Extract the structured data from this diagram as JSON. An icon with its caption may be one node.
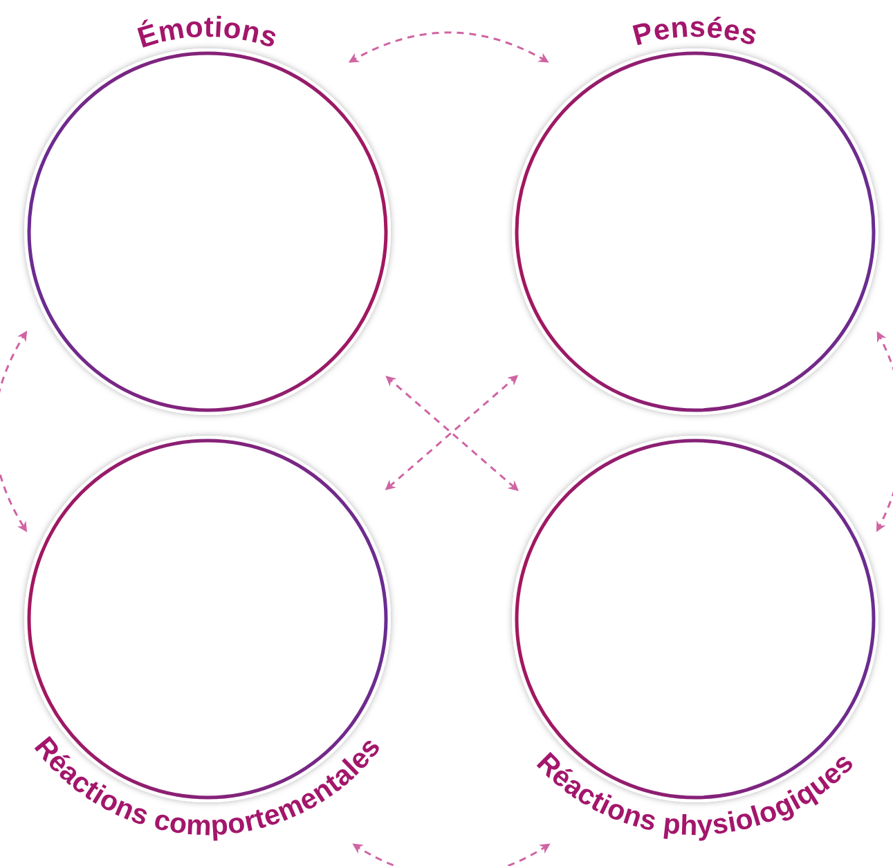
{
  "diagram": {
    "nodes": [
      {
        "text": [
          "Émotions"
        ]
      },
      {
        "text": [
          "Pensées"
        ]
      },
      {
        "text": [
          "Réactions comportementales"
        ]
      },
      {
        "text": [
          "Réactions physiologiques"
        ]
      }
    ],
    "edges": [
      {
        "from": 0,
        "to": 1,
        "arrow": "both",
        "style": "dashed"
      },
      {
        "from": 0,
        "to": 2,
        "arrow": "both",
        "style": "dashed"
      },
      {
        "from": 1,
        "to": 3,
        "arrow": "both",
        "style": "dashed"
      },
      {
        "from": 2,
        "to": 3,
        "arrow": "both",
        "style": "dashed"
      },
      {
        "from": 0,
        "to": 3,
        "arrow": "both",
        "style": "dashed"
      },
      {
        "from": 1,
        "to": 2,
        "arrow": "both",
        "style": "dashed"
      }
    ]
  }
}
